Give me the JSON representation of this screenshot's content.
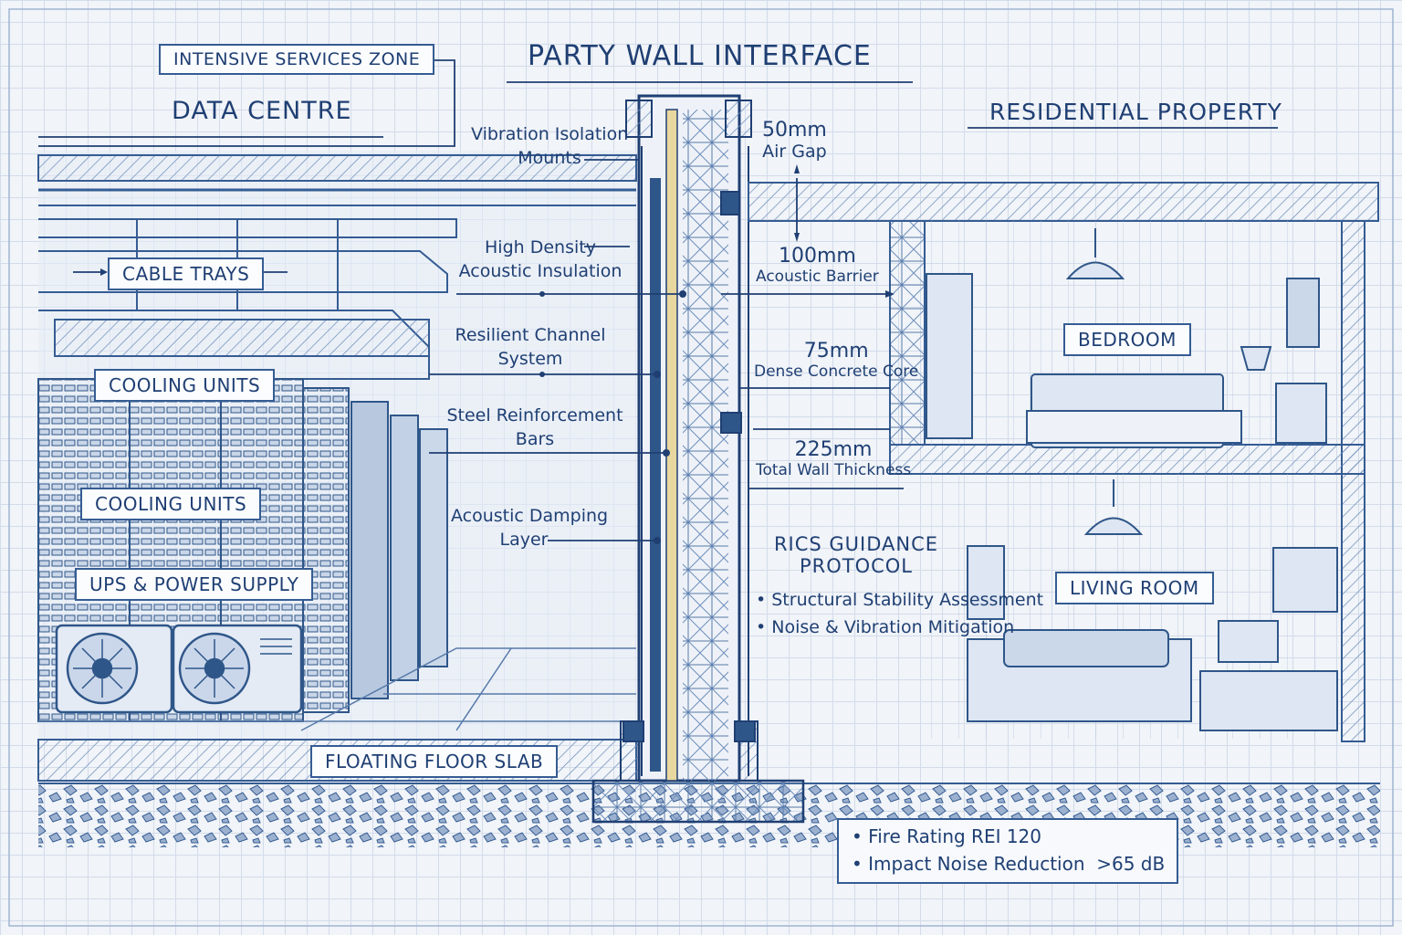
{
  "title": "PARTY WALL INTERFACE",
  "zone_label": "INTENSIVE SERVICES ZONE",
  "left_title": "DATA CENTRE",
  "right_title": "RESIDENTIAL PROPERTY",
  "data_centre_labels": {
    "cable_trays": "CABLE TRAYS",
    "cooling_units_1": "COOLING UNITS",
    "cooling_units_2": "COOLING UNITS",
    "ups": "UPS & POWER SUPPLY",
    "floor": "FLOATING FLOOR SLAB"
  },
  "wall_callouts": [
    {
      "line1": "Vibration Isolation",
      "line2": "Mounts"
    },
    {
      "line1": "High Density",
      "line2": "Acoustic Insulation"
    },
    {
      "line1": "Resilient Channel",
      "line2": "System"
    },
    {
      "line1": "Steel Reinforcement",
      "line2": "Bars"
    },
    {
      "line1": "Acoustic Damping",
      "line2": "Layer"
    }
  ],
  "dimensions": [
    {
      "value": "50mm",
      "desc": "Air Gap"
    },
    {
      "value": "100mm",
      "desc": "Acoustic Barrier"
    },
    {
      "value": "75mm",
      "desc": "Dense Concrete Core"
    },
    {
      "value": "225mm",
      "desc": "Total Wall Thickness"
    }
  ],
  "rooms": {
    "bedroom": "BEDROOM",
    "living": "LIVING ROOM"
  },
  "rics": {
    "title_line1": "RICS GUIDANCE",
    "title_line2": "PROTOCOL",
    "items": [
      "• Structural Stability Assessment",
      "• Noise & Vibration Mitigation"
    ]
  },
  "ratings": [
    "• Fire Rating REI 120",
    "• Impact Noise Reduction  >65 dB"
  ],
  "colors": {
    "ink": "#1f3f73",
    "line": "#355c93",
    "paper": "#f1f4f8",
    "grid": "#d3dceb",
    "core": "#e9d7a0"
  }
}
